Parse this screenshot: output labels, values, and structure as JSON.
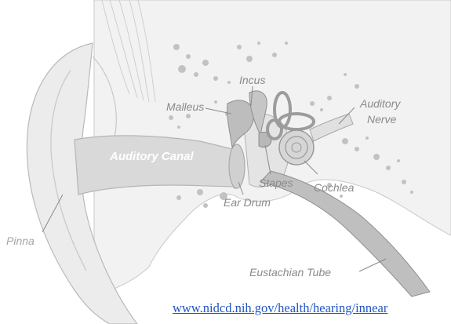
{
  "labels": {
    "incus": "Incus",
    "malleus": "Malleus",
    "auditory_nerve_line1": "Auditory",
    "auditory_nerve_line2": "Nerve",
    "auditory_canal": "Auditory Canal",
    "cochlea": "Cochlea",
    "stapes": "Stapes",
    "ear_drum": "Ear Drum",
    "pinna": "Pinna",
    "eustachian_tube": "Eustachian Tube"
  },
  "source_url": "www.nidcd.nih.gov/health/hearing/innear"
}
